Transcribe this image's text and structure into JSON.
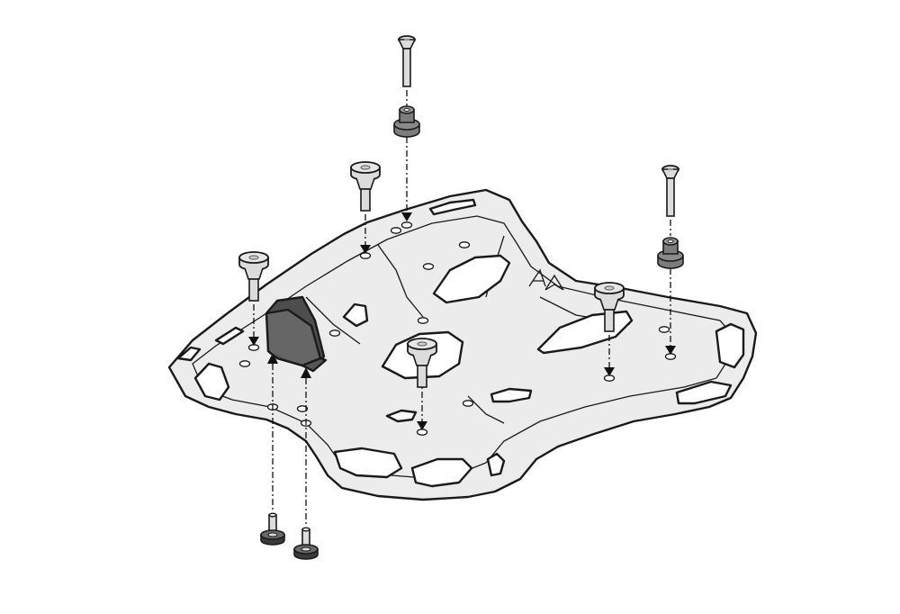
{
  "diagram": {
    "kind": "exploded-assembly",
    "colors": {
      "plate_fill": "#ececec",
      "plate_inner": "#d9d9d9",
      "part_light": "#dcdcdc",
      "part_dark": "#7d7d7d",
      "wedge": "#666666",
      "line": "#1a1a1a"
    },
    "icons": [
      "logo-mark-icon",
      "arrow-up-icon",
      "arrow-down-icon"
    ],
    "parts": [
      {
        "id": "top-bolt",
        "shape": "countersunk-bolt"
      },
      {
        "id": "top-bushing",
        "shape": "rubber-bushing"
      },
      {
        "id": "right-bolt",
        "shape": "countersunk-bolt"
      },
      {
        "id": "right-bushing",
        "shape": "rubber-bushing"
      },
      {
        "id": "knob-back-left",
        "shape": "mounting-knob"
      },
      {
        "id": "knob-left",
        "shape": "mounting-knob"
      },
      {
        "id": "knob-center",
        "shape": "mounting-knob"
      },
      {
        "id": "knob-right",
        "shape": "mounting-knob"
      },
      {
        "id": "wedge-stop",
        "shape": "rubber-wedge"
      },
      {
        "id": "bottom-screw-1",
        "shape": "flange-screw"
      },
      {
        "id": "bottom-screw-2",
        "shape": "flange-screw"
      }
    ]
  }
}
